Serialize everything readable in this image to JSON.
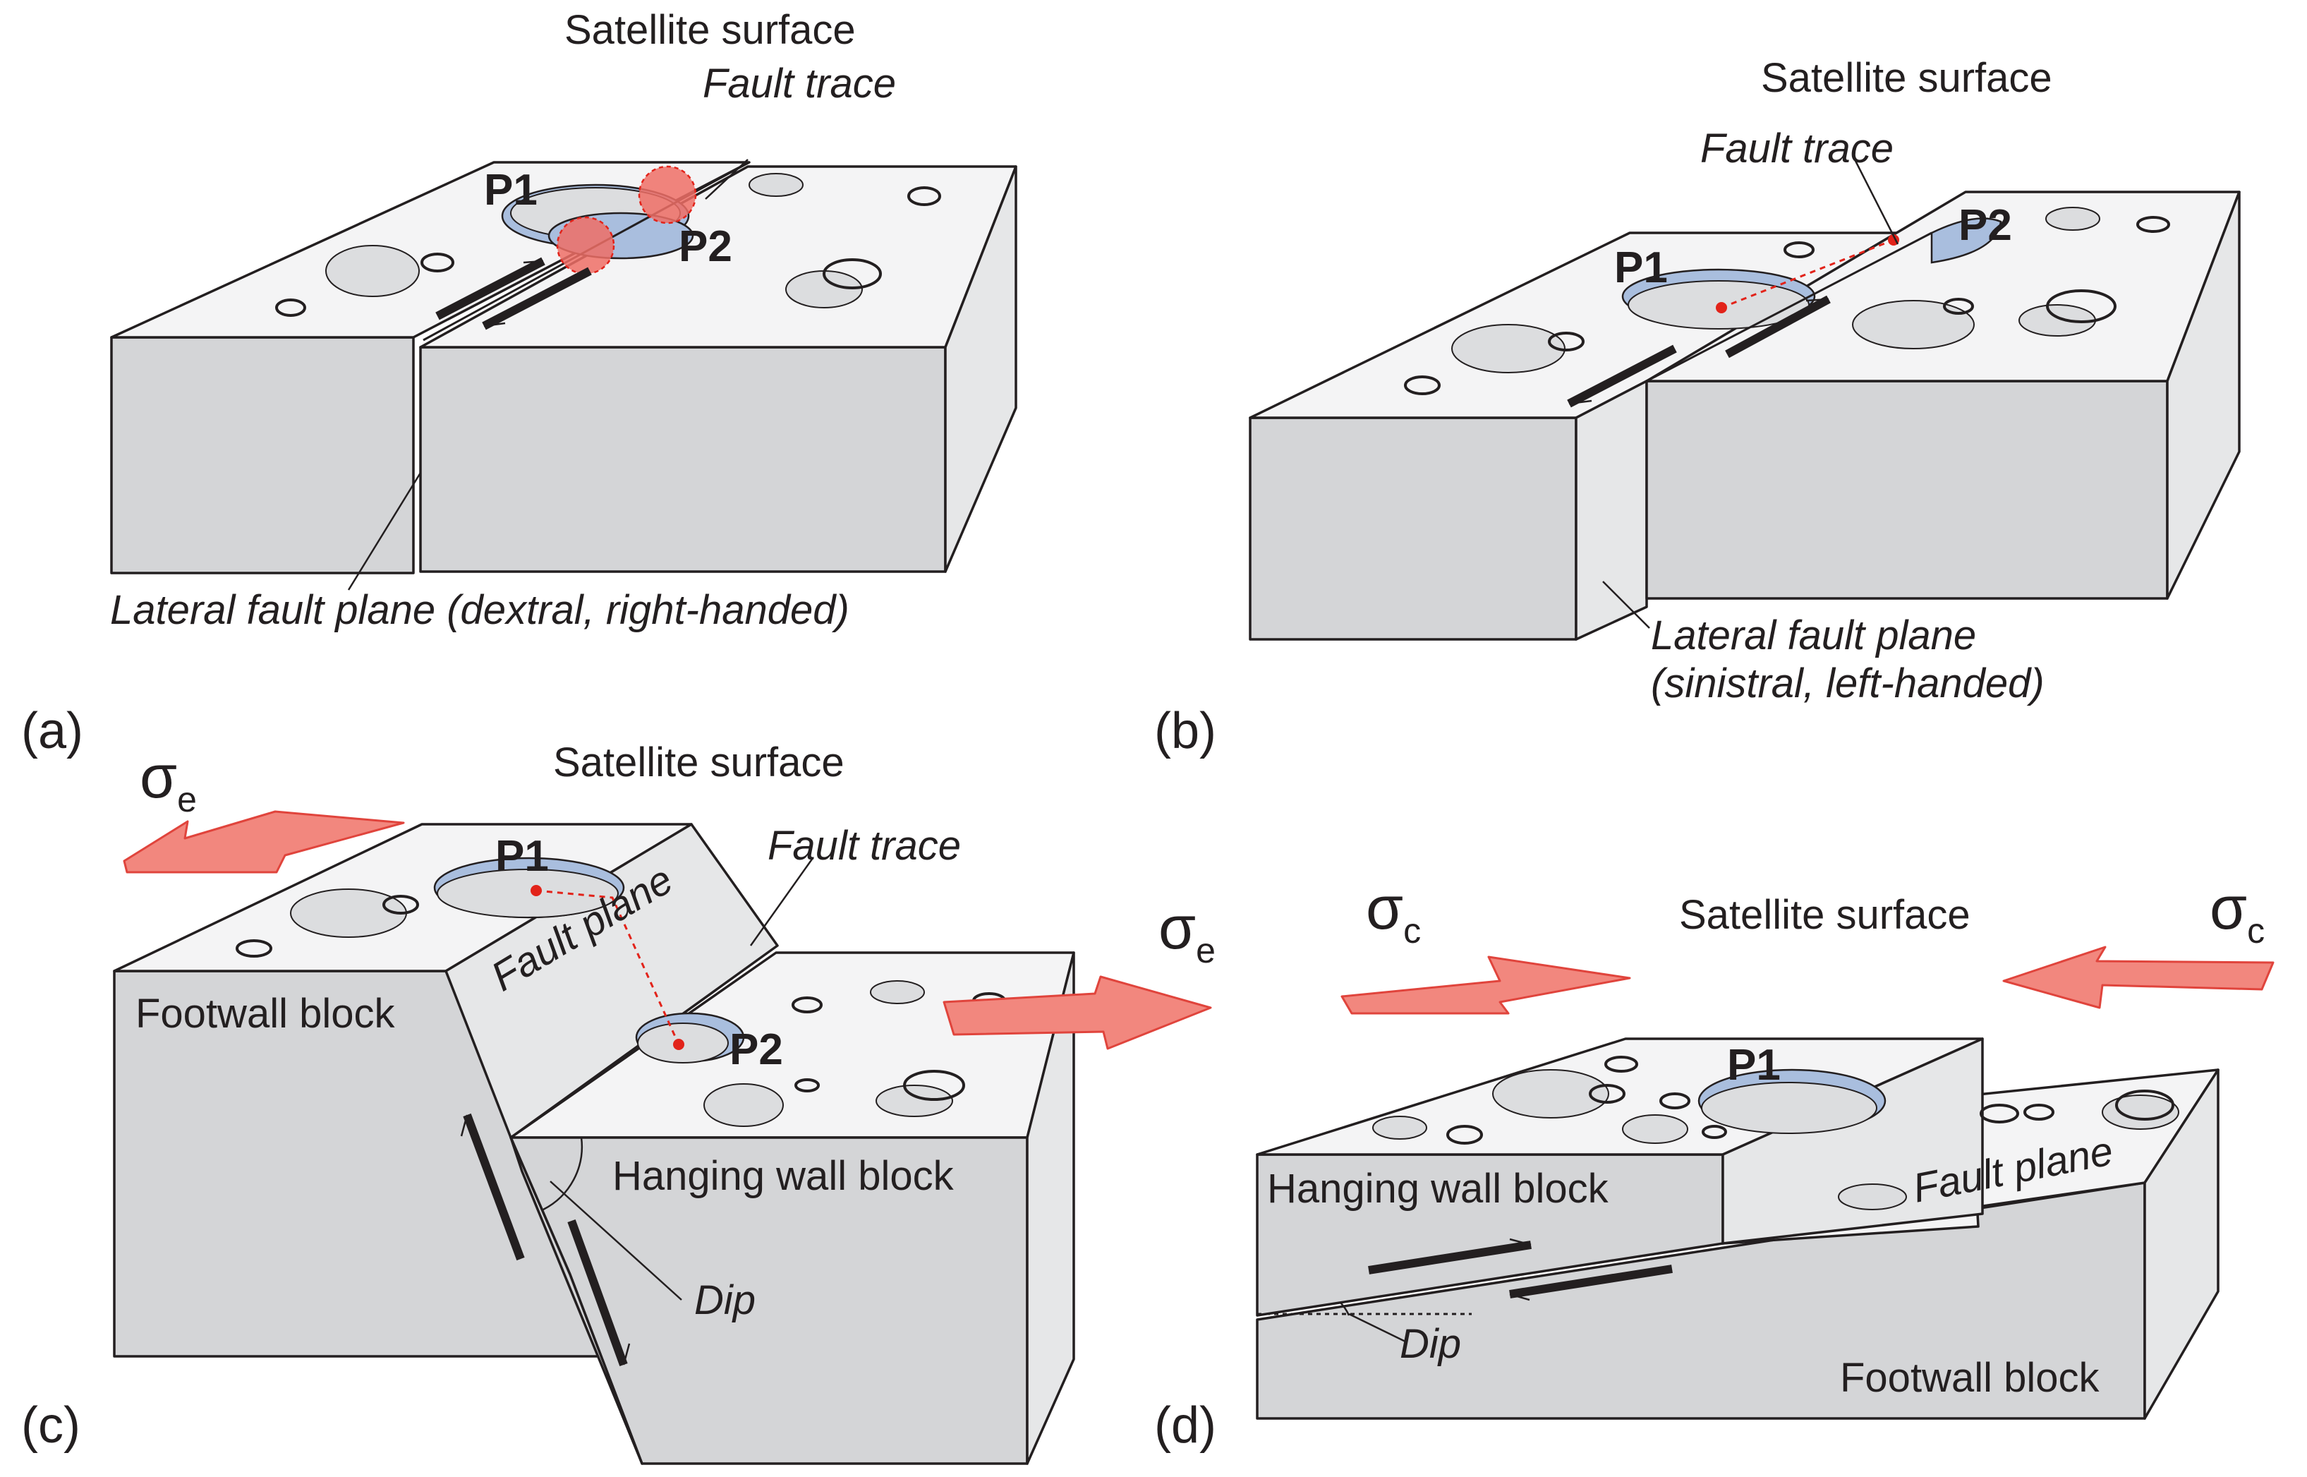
{
  "panels": {
    "a": {
      "letter": "(a)",
      "surface_label": "Satellite surface",
      "fault_trace_label": "Fault trace",
      "p1": "P1",
      "p2": "P2",
      "plane_label": "Lateral fault plane (dextral, right-handed)"
    },
    "b": {
      "letter": "(b)",
      "surface_label": "Satellite surface",
      "fault_trace_label": "Fault trace",
      "p1": "P1",
      "p2": "P2",
      "plane_label_line1": "Lateral fault plane",
      "plane_label_line2": "(sinistral, left-handed)"
    },
    "c": {
      "letter": "(c)",
      "surface_label": "Satellite surface",
      "fault_trace_label": "Fault trace",
      "fault_plane_label": "Fault plane",
      "p1": "P1",
      "p2": "P2",
      "footwall_label": "Footwall block",
      "hanging_label": "Hanging wall block",
      "dip_label": "Dip",
      "sigma_symbol": "σ",
      "sigma_sub": "e"
    },
    "d": {
      "letter": "(d)",
      "surface_label": "Satellite surface",
      "fault_plane_label": "Fault plane",
      "p1": "P1",
      "hanging_label": "Hanging wall block",
      "footwall_label": "Footwall block",
      "dip_label": "Dip",
      "sigma_symbol": "σ",
      "sigma_sub": "c"
    }
  },
  "colors": {
    "top_face": "#f4f4f5",
    "side_face": "#d4d5d7",
    "light_face": "#e6e7e8",
    "crater_fill": "#dcdddf",
    "crater_blue": "#a9bede",
    "stress_arrow": "#f2877e",
    "stress_arrow_edge": "#e0443c",
    "marker_red": "#e2231a",
    "spot_red": "#ef6f66",
    "outline": "#231f20"
  }
}
